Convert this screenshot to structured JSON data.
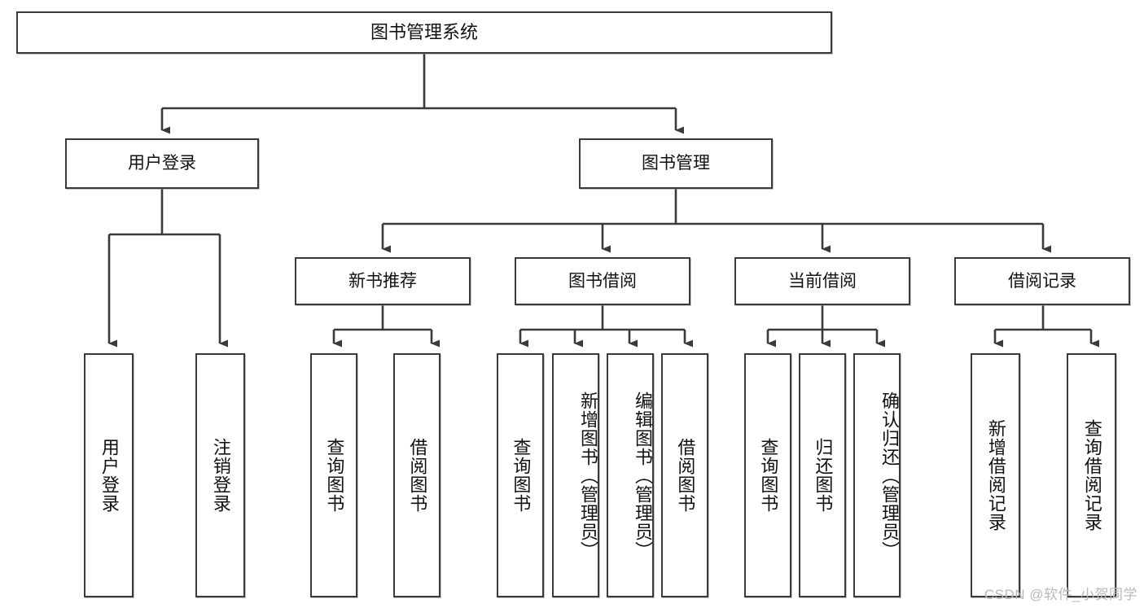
{
  "diagram": {
    "type": "tree",
    "title": "图书管理系统",
    "root": {
      "label": "图书管理系统"
    },
    "level2": [
      {
        "label": "用户登录"
      },
      {
        "label": "图书管理"
      }
    ],
    "level3": [
      {
        "label": "新书推荐"
      },
      {
        "label": "图书借阅"
      },
      {
        "label": "当前借阅"
      },
      {
        "label": "借阅记录"
      }
    ],
    "leaves": {
      "user_login": [
        {
          "label": "用户登录"
        },
        {
          "label": "注销登录"
        }
      ],
      "new_book_recommend": [
        {
          "label": "查询图书"
        },
        {
          "label": "借阅图书"
        }
      ],
      "book_borrow": [
        {
          "label": "查询图书"
        },
        {
          "label": "新增图书（管理员）"
        },
        {
          "label": "编辑图书（管理员）"
        },
        {
          "label": "借阅图书"
        }
      ],
      "current_borrow": [
        {
          "label": "查询图书"
        },
        {
          "label": "归还图书"
        },
        {
          "label": "确认归还（管理员）"
        }
      ],
      "borrow_record": [
        {
          "label": "新增借阅记录"
        },
        {
          "label": "查询借阅记录"
        }
      ]
    }
  },
  "watermark": {
    "text": "CSDN @软件_小贺同学"
  },
  "colors": {
    "stroke": "#3a3a3a",
    "fill": "#ffffff",
    "text": "#111111",
    "watermark": "#b9b9b9"
  }
}
